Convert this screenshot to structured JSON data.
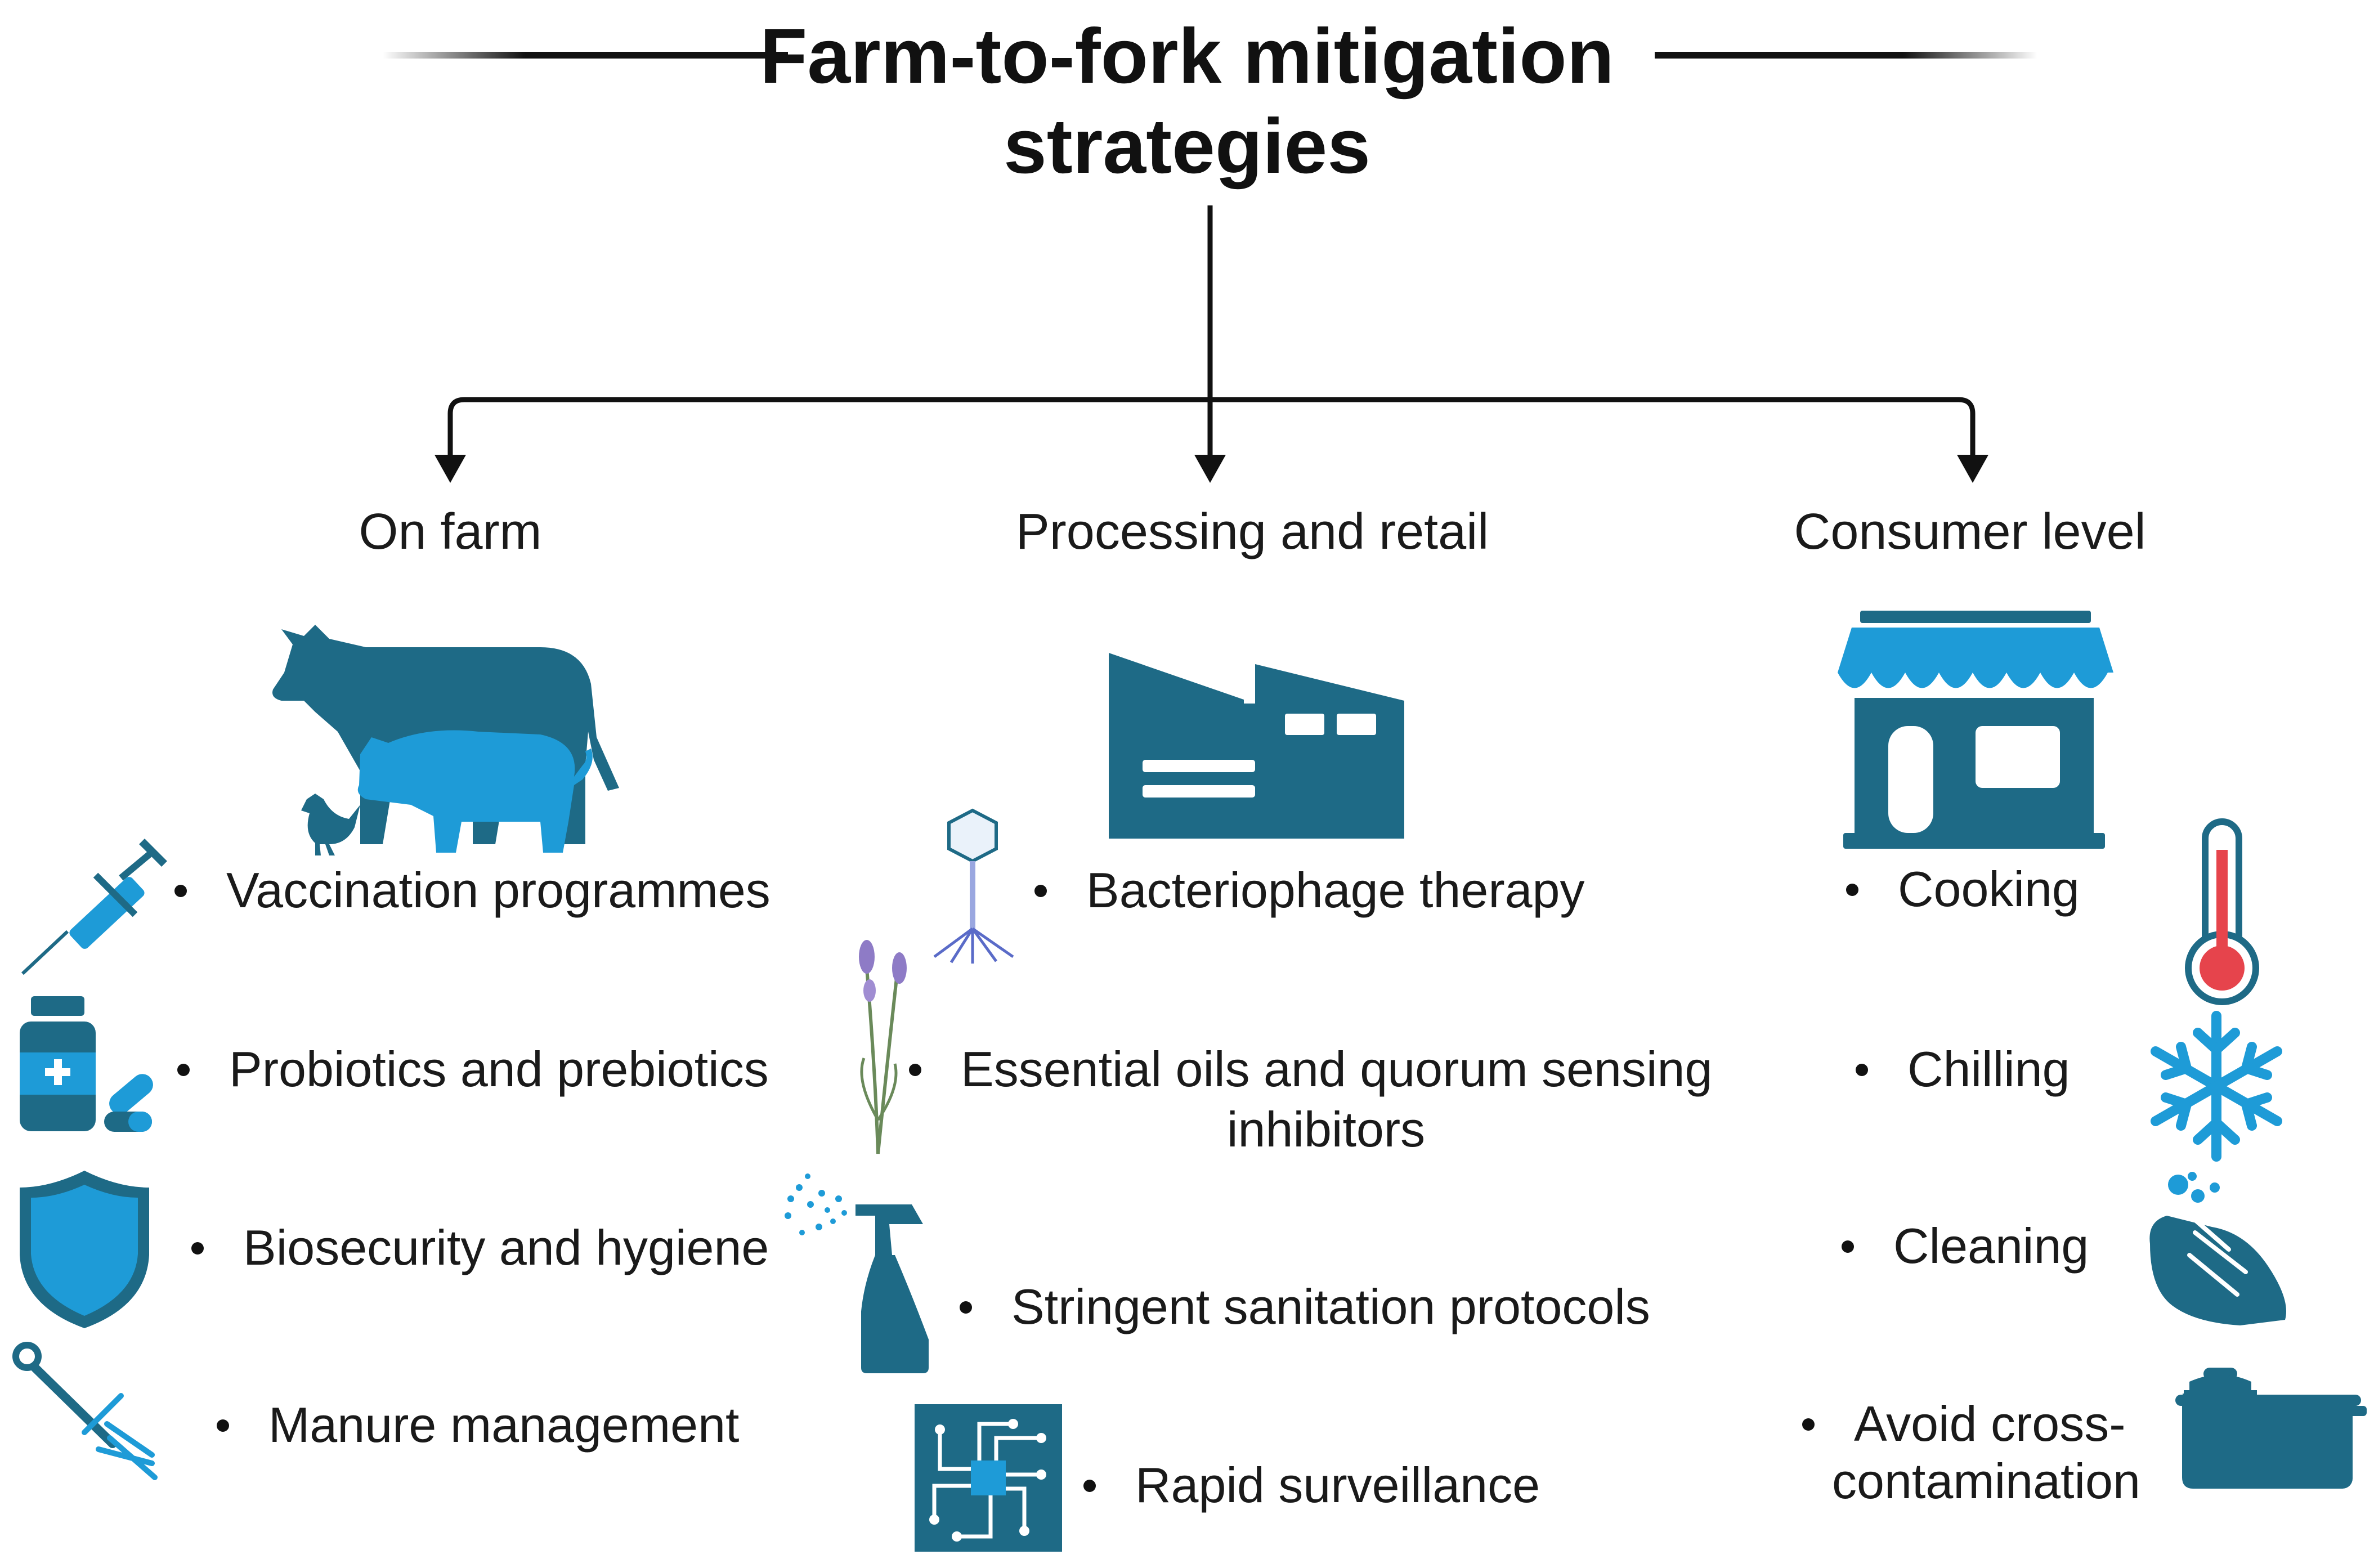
{
  "title": {
    "line1": "Farm-to-fork mitigation",
    "line2": "strategies"
  },
  "colors": {
    "dark_teal": "#1E6A86",
    "light_blue": "#1E9BD7",
    "line": "#111111",
    "thermo_red": "#E6444C"
  },
  "columns": [
    {
      "heading": "On farm",
      "header_icon": "livestock-icon",
      "items": [
        {
          "label": "Vaccination programmes",
          "icon": "syringe-icon"
        },
        {
          "label": "Probiotics and prebiotics",
          "icon": "medicine-bottle-icon"
        },
        {
          "label": "Biosecurity and hygiene",
          "icon": "shield-icon"
        },
        {
          "label": "Manure management",
          "icon": "pitchfork-icon"
        }
      ]
    },
    {
      "heading": "Processing and retail",
      "header_icon": "factory-icon",
      "items": [
        {
          "label": "Bacteriophage therapy",
          "icon": "bacteriophage-icon"
        },
        {
          "label": "Essential oils and quorum sensing",
          "label2": "inhibitors",
          "icon": "lavender-icon"
        },
        {
          "label": "Stringent sanitation protocols",
          "icon": "spray-bottle-icon"
        },
        {
          "label": "Rapid surveillance",
          "icon": "circuit-chip-icon"
        }
      ]
    },
    {
      "heading": "Consumer level",
      "header_icon": "storefront-icon",
      "items": [
        {
          "label": "Cooking",
          "icon": "thermometer-icon"
        },
        {
          "label": "Chilling",
          "icon": "snowflake-icon"
        },
        {
          "label": "Cleaning",
          "icon": "handwashing-icon"
        },
        {
          "label": "Avoid cross-",
          "label2": "contamination",
          "icon": "cooking-pot-icon"
        }
      ]
    }
  ]
}
